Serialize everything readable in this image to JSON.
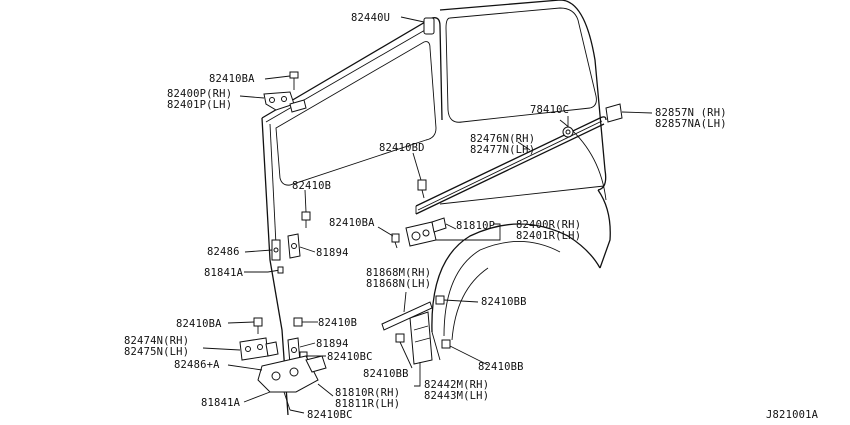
{
  "diagram_id": "J821001A",
  "callouts": {
    "c82440U": "82440U",
    "c82410BA_top": "82410BA",
    "c82400P": "82400P(RH)",
    "c82401P": "82401P(LH)",
    "c78410C": "78410C",
    "c82857N": "82857N (RH)",
    "c82857NA": "82857NA(LH)",
    "c82476N": "82476N(RH)",
    "c82477N": "82477N(LH)",
    "c82410BD": "82410BD",
    "c82410B_up": "82410B",
    "c82410BA_mid": "82410BA",
    "c81810P": "81810P",
    "c82400R": "82400R(RH)",
    "c82401R": "82401R(LH)",
    "c82486": "82486",
    "c81894_up": "81894",
    "c81841A_up": "81841A",
    "c81868M": "81868M(RH)",
    "c81868N": "81868N(LH)",
    "c82410BB_r1": "82410BB",
    "c82410BA_low": "82410BA",
    "c82410B_low": "82410B",
    "c82474N": "82474N(RH)",
    "c82475N": "82475N(LH)",
    "c81894_low": "81894",
    "c82410BC_a": "82410BC",
    "c82486A": "82486+A",
    "c82410BB_l": "82410BB",
    "c82410BB_r2": "82410BB",
    "c82442M": "82442M(RH)",
    "c82443M": "82443M(LH)",
    "c81810R": "81810R(RH)",
    "c81811R": "81811R(LH)",
    "c81841A_low": "81841A",
    "c82410BC_b": "82410BC"
  }
}
